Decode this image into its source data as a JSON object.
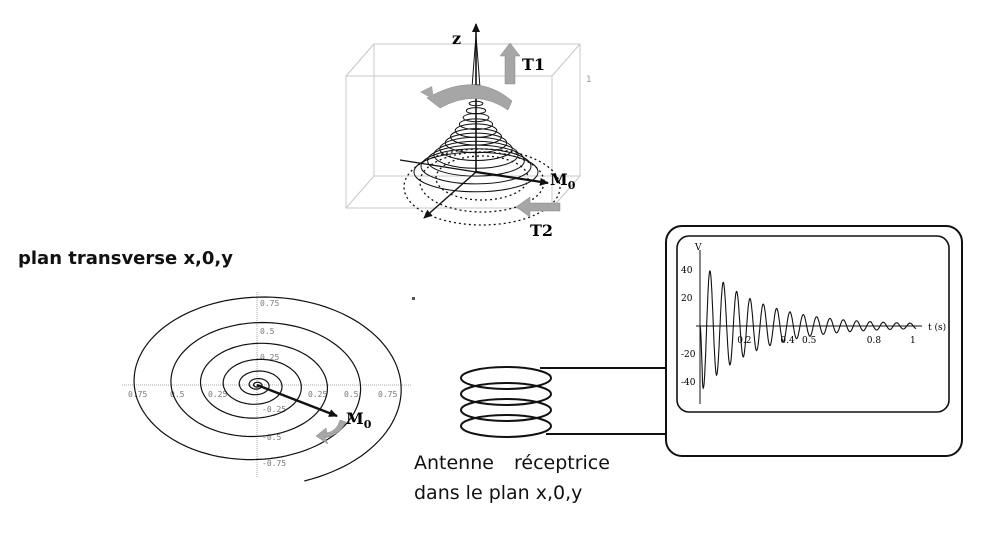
{
  "cube": {
    "z_label": "z",
    "t1_label": "T1",
    "t2_label": "T2",
    "m0_label": "M",
    "m0_sub": "0",
    "corner_tick": "1"
  },
  "plane": {
    "title": "plan transverse x,0,y",
    "tick_labels_x": [
      "0.75",
      "0.5",
      "0.25",
      "0.25",
      "0.5",
      "0.75"
    ],
    "tick_labels_y": [
      "0.75",
      "0.5",
      "0.25",
      "-0.25",
      "-0.5",
      "-0.75"
    ],
    "m0_label": "M",
    "m0_sub": "0"
  },
  "antenna": {
    "line1": "Antenne réceptrice",
    "line2": "dans le plan x,0,y"
  },
  "oscilloscope": {
    "y_axis_label": "V",
    "x_axis_label": "t (s)",
    "y_ticks": [
      "40",
      "20",
      "-20",
      "-40"
    ],
    "x_ticks": [
      "0.2",
      "0.4",
      "0.5",
      "0.8",
      "1"
    ]
  },
  "colors": {
    "line": "#111111",
    "gray_arrow": "#9a9a9a",
    "cube_edge": "#c8c8c8",
    "tick_text": "#777777"
  },
  "chart_data": {
    "type": "line",
    "title": "",
    "xlabel": "t (s)",
    "ylabel": "V",
    "xlim": [
      0,
      1
    ],
    "ylim": [
      -50,
      50
    ],
    "x_ticks": [
      0.2,
      0.4,
      0.5,
      0.8,
      1
    ],
    "y_ticks": [
      40,
      20,
      -20,
      -40
    ],
    "series": [
      {
        "x": [
          0.0,
          0.02,
          0.05,
          0.08,
          0.11,
          0.14,
          0.17,
          0.2,
          0.23,
          0.26,
          0.29,
          0.32,
          0.35,
          0.38,
          0.41,
          0.44,
          0.47,
          0.5,
          0.53,
          0.56,
          0.59,
          0.62,
          0.65,
          0.68,
          0.71,
          0.74,
          0.77,
          0.8,
          0.83,
          0.86,
          0.89,
          0.92,
          0.95,
          0.98,
          1.0
        ],
        "y": [
          0,
          -46,
          44,
          -36,
          30,
          -25,
          22,
          -18,
          15,
          -13,
          11,
          -9,
          8,
          -7,
          6,
          -5,
          4.5,
          -4,
          3.5,
          -3,
          2.7,
          -2.4,
          2.2,
          -2,
          1.8,
          -1.6,
          1.5,
          -1.4,
          1.3,
          -1.2,
          1.1,
          -1,
          1,
          -0.9,
          0
        ]
      }
    ]
  }
}
